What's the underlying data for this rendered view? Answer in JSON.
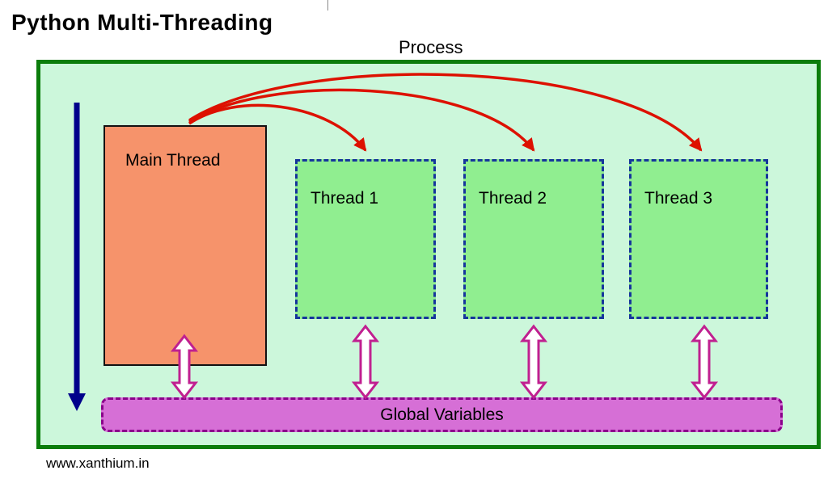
{
  "title": "Python Multi-Threading",
  "diagram": {
    "process_label": "Process",
    "main_thread": {
      "label": "Main Thread"
    },
    "threads": [
      {
        "label": "Thread 1"
      },
      {
        "label": "Thread 2"
      },
      {
        "label": "Thread 3"
      }
    ],
    "global_variables_label": "Global Variables",
    "colors": {
      "process_border": "#0b7d0b",
      "process_fill": "#ccf7db",
      "thread_fill": "#90ee90",
      "thread_border": "#15359c",
      "main_thread_fill": "#f6936b",
      "global_fill": "#d66fd6",
      "global_border": "#8b008b",
      "red_arrow": "#dd1100",
      "blue_arrow": "#00008b",
      "double_arrow": "#c02090"
    }
  },
  "footer": "www.xanthium.in"
}
